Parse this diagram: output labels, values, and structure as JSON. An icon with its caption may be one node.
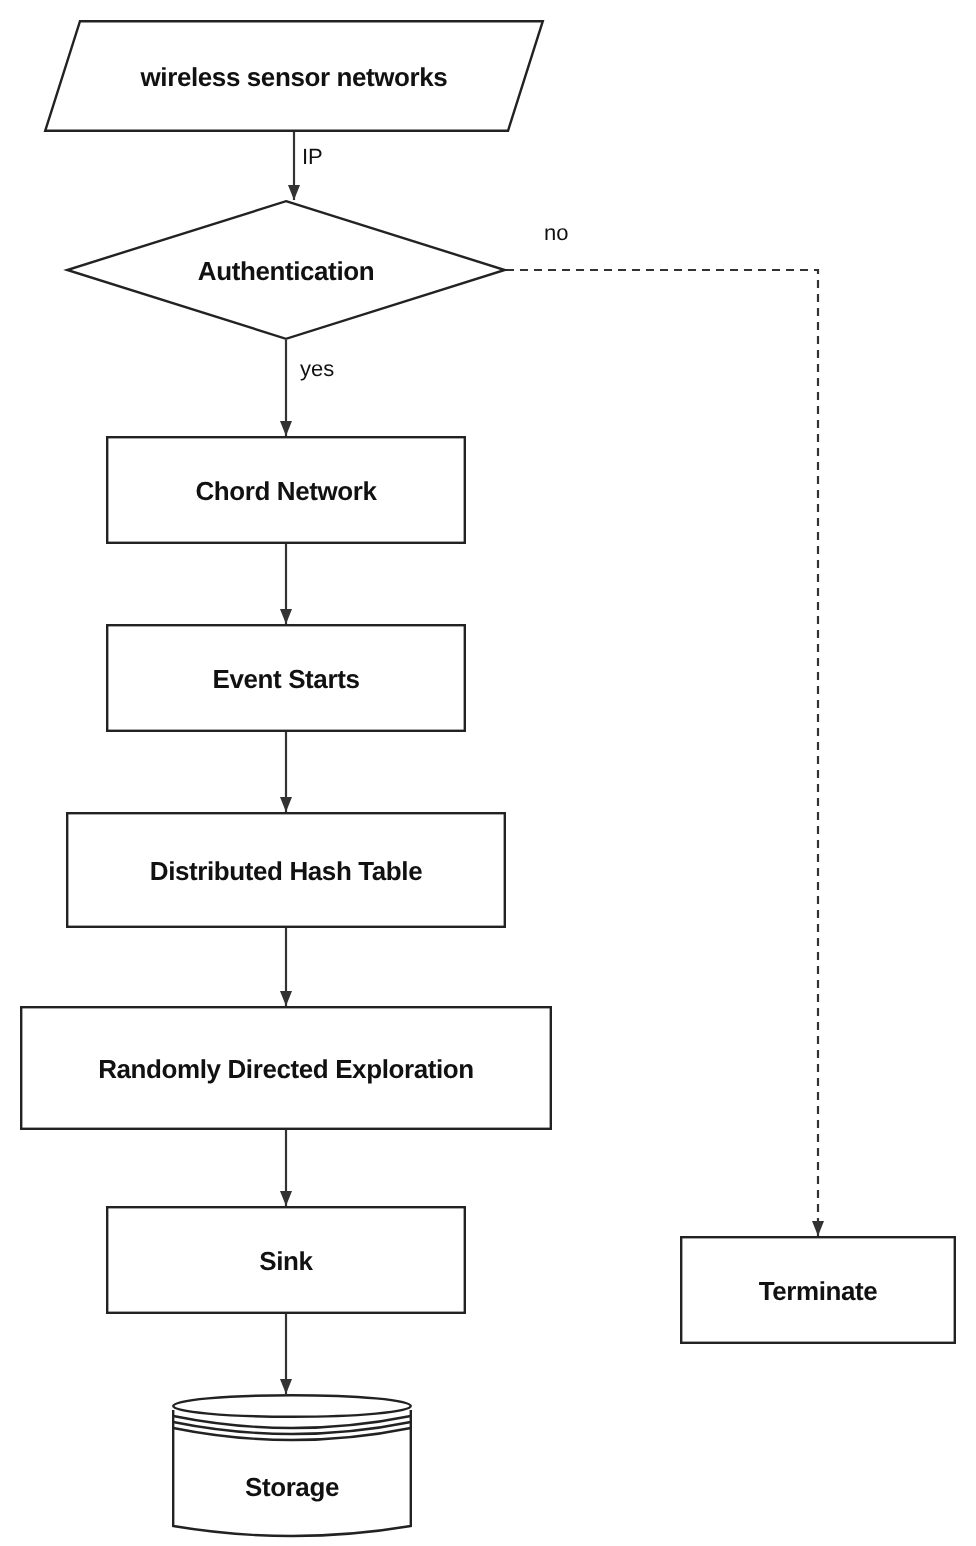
{
  "diagram": {
    "nodes": [
      {
        "text": [
          "wireless sensor networks"
        ]
      },
      {
        "text": [
          "Authentication"
        ]
      },
      {
        "text": [
          "Chord Network"
        ]
      },
      {
        "text": [
          "Event Starts"
        ]
      },
      {
        "text": [
          "Distributed Hash Table"
        ]
      },
      {
        "text": [
          "Randomly Directed Exploration"
        ]
      },
      {
        "text": [
          "Sink"
        ]
      },
      {
        "text": [
          "Terminate"
        ]
      },
      {
        "text": [
          "Storage"
        ]
      }
    ],
    "edges": [
      {
        "from": 0,
        "to": 1,
        "arrow": "to",
        "label": "IP"
      },
      {
        "from": 1,
        "to": 2,
        "arrow": "to",
        "label": "yes"
      },
      {
        "from": 1,
        "to": 7,
        "arrow": "to",
        "label": "no",
        "style": "dashed"
      },
      {
        "from": 2,
        "to": 3,
        "arrow": "to"
      },
      {
        "from": 3,
        "to": 4,
        "arrow": "to"
      },
      {
        "from": 4,
        "to": 5,
        "arrow": "to"
      },
      {
        "from": 5,
        "to": 6,
        "arrow": "to"
      },
      {
        "from": 6,
        "to": 8,
        "arrow": "to"
      }
    ]
  }
}
